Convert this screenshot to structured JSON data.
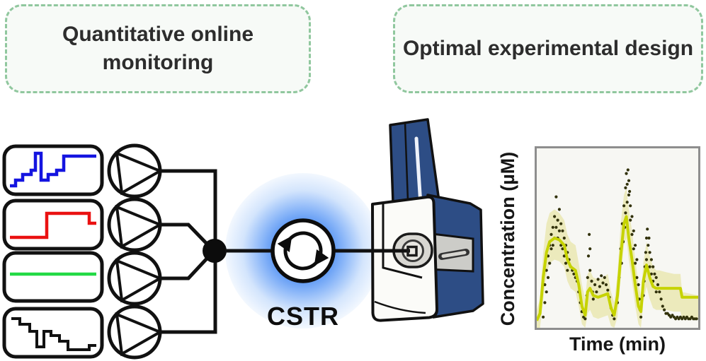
{
  "header": {
    "left_box": "Quantitative online monitoring",
    "right_box": "Optimal experimental design",
    "box_border_color": "#90c79e"
  },
  "flow": {
    "reactor_label": "CSTR",
    "reactor_glow_color": "#2f7aef",
    "instrument_color": "#2d4d85",
    "signals": [
      {
        "name": "multi-step-profile",
        "color": "#1414e0"
      },
      {
        "name": "single-step-profile",
        "color": "#ea1111"
      },
      {
        "name": "constant-profile",
        "color": "#23d945"
      },
      {
        "name": "descending-step-profile",
        "color": "#111111"
      }
    ],
    "pump_count": 4,
    "icons": {
      "pump": "circle with inscribed triangle pump symbol",
      "mixing_node": "filled junction dot",
      "cstr_reactor": "circle with two circulating arrows",
      "mass_spectrometer": "benchtop instrument with inlet port",
      "input_profiles": "step-function dosing trace cards"
    }
  },
  "chart_data": {
    "type": "line",
    "title": "",
    "xlabel": "Time (min)",
    "ylabel": "Concentration (µM)",
    "x_range": [
      0,
      100
    ],
    "y_range": [
      0,
      100
    ],
    "axis_ticks": "none",
    "grid": false,
    "legend": "none",
    "plot_style": {
      "background": "#f7f7f3",
      "border_color": "#8e8e8e"
    },
    "series": [
      {
        "name": "prediction uncertainty band",
        "type": "band",
        "color": "#eae8b2",
        "x": [
          0,
          2,
          4,
          6,
          8,
          11,
          14,
          17,
          19,
          21,
          24,
          26,
          28,
          30,
          31.5,
          33,
          35,
          38,
          41,
          44,
          46,
          48,
          50,
          52,
          54,
          55.5,
          57,
          59,
          61,
          63,
          64.5,
          66,
          68,
          70,
          72,
          74,
          76,
          80,
          85,
          89,
          90,
          100
        ],
        "upper": [
          10,
          16,
          42,
          58,
          64,
          66,
          64,
          60,
          52,
          48,
          46,
          36,
          24,
          16,
          30,
          32,
          28,
          27,
          28,
          30,
          20,
          14,
          30,
          58,
          74,
          78,
          66,
          54,
          38,
          24,
          18,
          36,
          48,
          40,
          34,
          32,
          32,
          31,
          30,
          30,
          20,
          18
        ],
        "lower": [
          0,
          0,
          16,
          30,
          36,
          38,
          37,
          34,
          26,
          22,
          20,
          12,
          2,
          0,
          8,
          10,
          6,
          5,
          6,
          7,
          1,
          0,
          6,
          28,
          46,
          50,
          38,
          26,
          12,
          2,
          0,
          14,
          23,
          16,
          11,
          10,
          10,
          10,
          9,
          9,
          5,
          5
        ]
      },
      {
        "name": "measured concentration",
        "type": "scatter",
        "color": "#32320b",
        "points": [
          [
            4,
            6
          ],
          [
            5,
            14
          ],
          [
            5,
            24
          ],
          [
            6,
            32
          ],
          [
            6,
            20
          ],
          [
            7,
            40
          ],
          [
            7,
            28
          ],
          [
            8,
            46
          ],
          [
            8,
            36
          ],
          [
            9,
            52
          ],
          [
            9,
            44
          ],
          [
            10,
            56
          ],
          [
            10,
            46
          ],
          [
            11,
            62
          ],
          [
            11,
            50
          ],
          [
            12,
            73
          ],
          [
            12,
            56
          ],
          [
            13,
            60
          ],
          [
            13,
            50
          ],
          [
            14,
            66
          ],
          [
            14,
            54
          ],
          [
            15,
            58
          ],
          [
            15,
            46
          ],
          [
            16,
            54
          ],
          [
            16,
            44
          ],
          [
            17,
            50
          ],
          [
            17,
            40
          ],
          [
            18,
            46
          ],
          [
            18,
            36
          ],
          [
            19,
            42
          ],
          [
            19,
            32
          ],
          [
            20,
            38
          ],
          [
            21,
            34
          ],
          [
            22,
            32
          ],
          [
            23,
            30
          ],
          [
            24,
            28
          ],
          [
            25,
            26
          ],
          [
            26,
            20
          ],
          [
            27,
            14
          ],
          [
            28,
            9
          ],
          [
            29,
            6
          ],
          [
            30,
            5
          ],
          [
            31,
            18
          ],
          [
            31.5,
            28
          ],
          [
            32,
            40
          ],
          [
            32.5,
            52
          ],
          [
            33,
            44
          ],
          [
            33,
            32
          ],
          [
            34,
            26
          ],
          [
            34.5,
            20
          ],
          [
            35,
            16
          ],
          [
            36,
            24
          ],
          [
            37,
            20
          ],
          [
            38,
            27
          ],
          [
            39,
            23
          ],
          [
            40,
            29
          ],
          [
            41,
            25
          ],
          [
            42,
            28
          ],
          [
            43,
            24
          ],
          [
            44,
            21
          ],
          [
            45,
            17
          ],
          [
            46,
            11
          ],
          [
            47,
            7
          ],
          [
            48,
            5
          ],
          [
            50,
            14
          ],
          [
            51,
            28
          ],
          [
            52,
            44
          ],
          [
            52.5,
            36
          ],
          [
            53,
            58
          ],
          [
            53.5,
            48
          ],
          [
            54,
            68
          ],
          [
            54.5,
            56
          ],
          [
            55,
            78
          ],
          [
            55,
            64
          ],
          [
            55.5,
            86
          ],
          [
            56,
            80
          ],
          [
            56,
            70
          ],
          [
            56.5,
            88
          ],
          [
            57,
            82
          ],
          [
            57,
            74
          ],
          [
            57.5,
            76
          ],
          [
            58,
            68
          ],
          [
            58,
            60
          ],
          [
            59,
            62
          ],
          [
            59,
            52
          ],
          [
            60,
            54
          ],
          [
            60,
            44
          ],
          [
            61,
            46
          ],
          [
            61,
            36
          ],
          [
            62,
            38
          ],
          [
            62,
            28
          ],
          [
            63,
            24
          ],
          [
            63.5,
            16
          ],
          [
            64,
            10
          ],
          [
            64.5,
            6
          ],
          [
            66,
            18
          ],
          [
            66.5,
            26
          ],
          [
            67,
            34
          ],
          [
            67.5,
            42
          ],
          [
            68,
            50
          ],
          [
            68,
            38
          ],
          [
            68.5,
            55
          ],
          [
            69,
            46
          ],
          [
            69.5,
            50
          ],
          [
            70,
            42
          ],
          [
            70,
            34
          ],
          [
            71,
            38
          ],
          [
            71,
            30
          ],
          [
            72,
            34
          ],
          [
            72,
            26
          ],
          [
            73,
            30
          ],
          [
            74,
            28
          ],
          [
            74,
            20
          ],
          [
            75,
            24
          ],
          [
            76,
            20
          ],
          [
            77,
            16
          ],
          [
            78,
            12
          ],
          [
            79,
            10
          ],
          [
            80,
            8
          ],
          [
            81,
            8
          ],
          [
            82,
            7
          ],
          [
            83,
            6
          ],
          [
            84,
            7
          ],
          [
            85,
            6
          ],
          [
            86,
            5
          ],
          [
            87,
            6
          ],
          [
            88,
            5
          ],
          [
            89,
            6
          ],
          [
            90,
            5
          ],
          [
            91,
            6
          ],
          [
            92,
            5
          ],
          [
            93,
            6
          ],
          [
            94,
            5
          ],
          [
            95,
            5
          ],
          [
            96,
            6
          ],
          [
            97,
            5
          ],
          [
            98,
            5
          ],
          [
            99,
            5
          ]
        ]
      },
      {
        "name": "model prediction",
        "type": "line",
        "color": "#c6d300",
        "x": [
          0,
          2,
          4,
          6,
          8,
          11,
          14,
          17,
          19,
          21,
          24,
          26,
          28,
          30,
          31.5,
          33,
          35,
          38,
          41,
          44,
          46,
          48,
          50,
          52,
          54,
          55.5,
          57,
          59,
          61,
          63,
          64.5,
          66,
          68,
          70,
          72,
          74,
          76,
          80,
          85,
          89,
          90,
          100
        ],
        "y": [
          4,
          8,
          28,
          42,
          48,
          50,
          49,
          46,
          38,
          34,
          32,
          24,
          12,
          7,
          20,
          22,
          18,
          17,
          18,
          19,
          11,
          7,
          18,
          40,
          58,
          62,
          50,
          38,
          24,
          12,
          9,
          26,
          35,
          28,
          23,
          22,
          22,
          22,
          22,
          22,
          17,
          17
        ]
      }
    ]
  }
}
